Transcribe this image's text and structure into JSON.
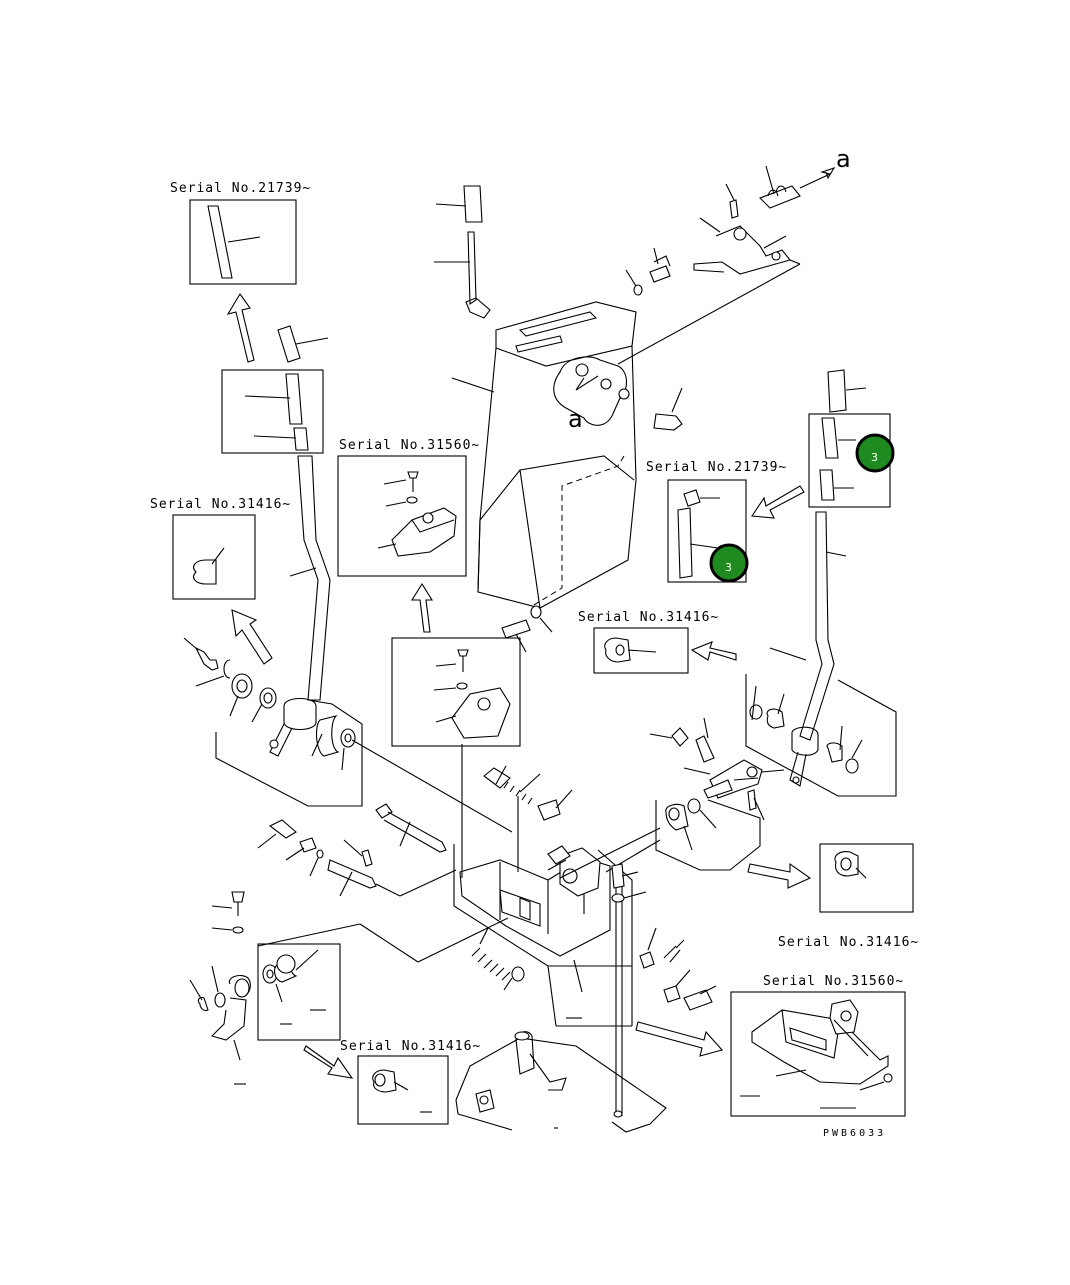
{
  "serial_labels": {
    "s21739_top": "Serial No.21739~",
    "s31416_left": "Serial No.31416~",
    "s31560_mid": "Serial No.31560~",
    "s21739_right": "Serial No.21739~",
    "s31416_mid": "Serial No.31416~",
    "s31416_right": "Serial No.31416~",
    "s31560_right": "Serial No.31560~",
    "s31416_bottom": "Serial No.31416~"
  },
  "view_marker": "a",
  "drawing_code": "PWB6033",
  "callouts": [
    {
      "number": "3"
    },
    {
      "number": "3"
    }
  ],
  "colors": {
    "callout_fill": "#1f8a1f",
    "line": "#000000",
    "background": "#ffffff"
  }
}
